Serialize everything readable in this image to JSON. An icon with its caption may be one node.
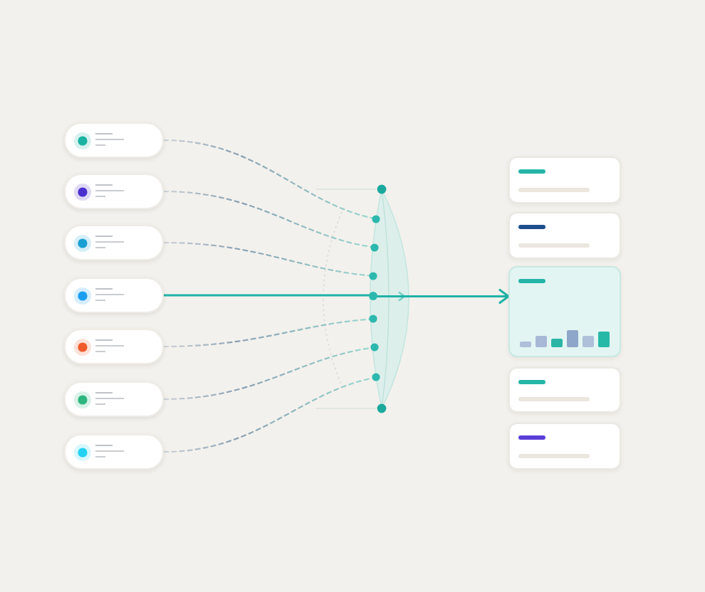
{
  "diagram": {
    "nodes": [
      {
        "text": [],
        "shape": "box"
      },
      {
        "text": [],
        "shape": "box"
      },
      {
        "text": [],
        "shape": "box"
      },
      {
        "text": [],
        "shape": "box"
      },
      {
        "text": [],
        "shape": "box"
      },
      {
        "text": [],
        "shape": "box"
      },
      {
        "text": [],
        "shape": "box"
      },
      {
        "text": [],
        "shape": "circle"
      },
      {
        "text": [],
        "shape": "circle"
      },
      {
        "text": [],
        "shape": "circle"
      },
      {
        "text": [],
        "shape": "circle"
      },
      {
        "text": [],
        "shape": "circle"
      },
      {
        "text": [],
        "shape": "circle"
      },
      {
        "text": [],
        "shape": "circle"
      },
      {
        "text": [],
        "shape": "circle"
      },
      {
        "text": [],
        "shape": "circle"
      },
      {
        "text": [],
        "shape": "box"
      },
      {
        "text": [],
        "shape": "box"
      },
      {
        "text": [],
        "shape": "box"
      },
      {
        "text": [],
        "shape": "box"
      },
      {
        "text": [],
        "shape": "box"
      }
    ],
    "edges": [
      {
        "from": 0,
        "to": 8,
        "arrow": "none",
        "style": "dashed"
      },
      {
        "from": 1,
        "to": 9,
        "arrow": "none",
        "style": "dashed"
      },
      {
        "from": 2,
        "to": 10,
        "arrow": "none",
        "style": "dashed"
      },
      {
        "from": 3,
        "to": 11,
        "arrow": "none",
        "color": "#1fb3a6"
      },
      {
        "from": 11,
        "to": 18,
        "arrow": "to",
        "color": "#1fb3a6"
      },
      {
        "from": 4,
        "to": 12,
        "arrow": "none",
        "style": "dashed"
      },
      {
        "from": 5,
        "to": 13,
        "arrow": "none",
        "style": "dashed"
      },
      {
        "from": 6,
        "to": 14,
        "arrow": "none",
        "style": "dashed"
      }
    ]
  }
}
